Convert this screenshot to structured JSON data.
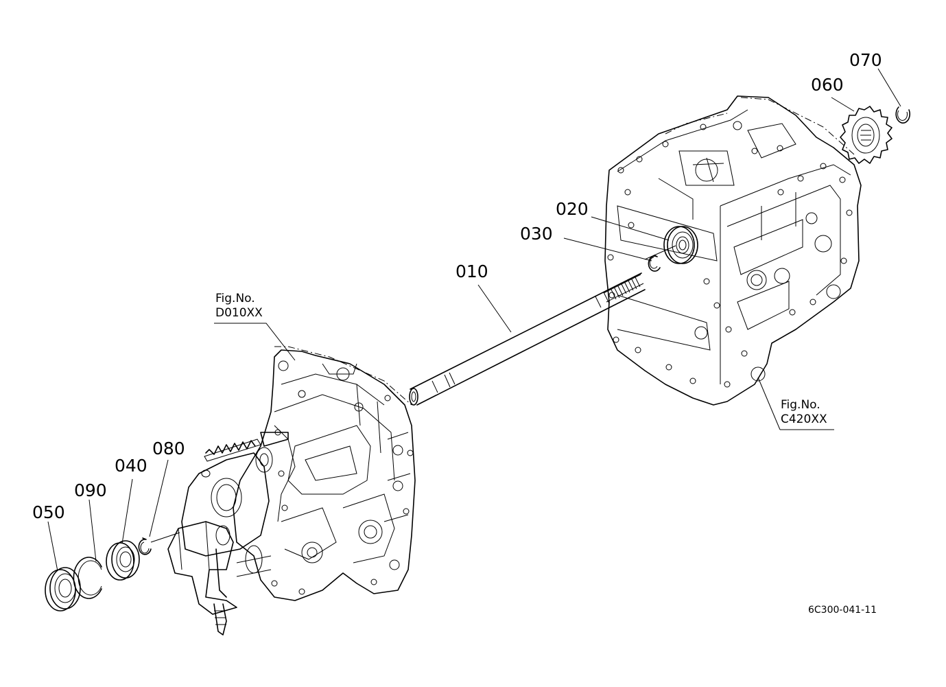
{
  "parts": [
    {
      "id": "p010",
      "number": "010",
      "icon": "shaft-icon"
    },
    {
      "id": "p020",
      "number": "020",
      "icon": "bearing-icon"
    },
    {
      "id": "p030",
      "number": "030",
      "icon": "snap-ring-icon"
    },
    {
      "id": "p040",
      "number": "040",
      "icon": "bearing-icon"
    },
    {
      "id": "p050",
      "number": "050",
      "icon": "oil-seal-icon"
    },
    {
      "id": "p060",
      "number": "060",
      "icon": "gear-icon"
    },
    {
      "id": "p070",
      "number": "070",
      "icon": "snap-ring-icon"
    },
    {
      "id": "p080",
      "number": "080",
      "icon": "snap-ring-icon"
    },
    {
      "id": "p090",
      "number": "090",
      "icon": "internal-snap-ring-icon"
    }
  ],
  "references": [
    {
      "id": "front",
      "prefix": "Fig.No.",
      "code": "D010XX"
    },
    {
      "id": "rear",
      "prefix": "Fig.No.",
      "code": "C420XX"
    }
  ],
  "drawing_code": "6C300-041-11"
}
